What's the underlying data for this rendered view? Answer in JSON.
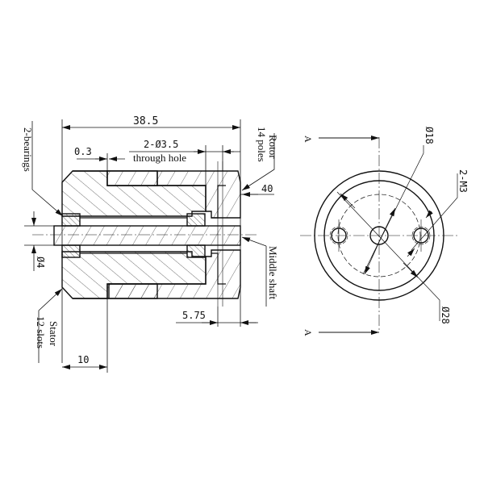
{
  "drawing": {
    "side_view": {
      "dimensions": {
        "overall_length": "38.5",
        "clearance": "0.3",
        "hole_spec": "2-Ø3.5",
        "hole_note": "through hole",
        "outer_diameter": "40",
        "shaft_diameter": "Ø4",
        "rotor_offset": "5.75",
        "stator_length": "10"
      },
      "callouts": {
        "bearings": "2-bearings",
        "rotor_line1": "Rotor",
        "rotor_line2": "14 poles",
        "middle_shaft": "Middle shaft",
        "stator_line1": "Stator",
        "stator_line2": "12 slots"
      }
    },
    "end_view": {
      "section_label_top": "A",
      "section_label_bottom": "A",
      "dimensions": {
        "pitch_circle": "Ø18",
        "thread_spec": "2-M3",
        "outer_diameter": "Ø28"
      }
    }
  }
}
